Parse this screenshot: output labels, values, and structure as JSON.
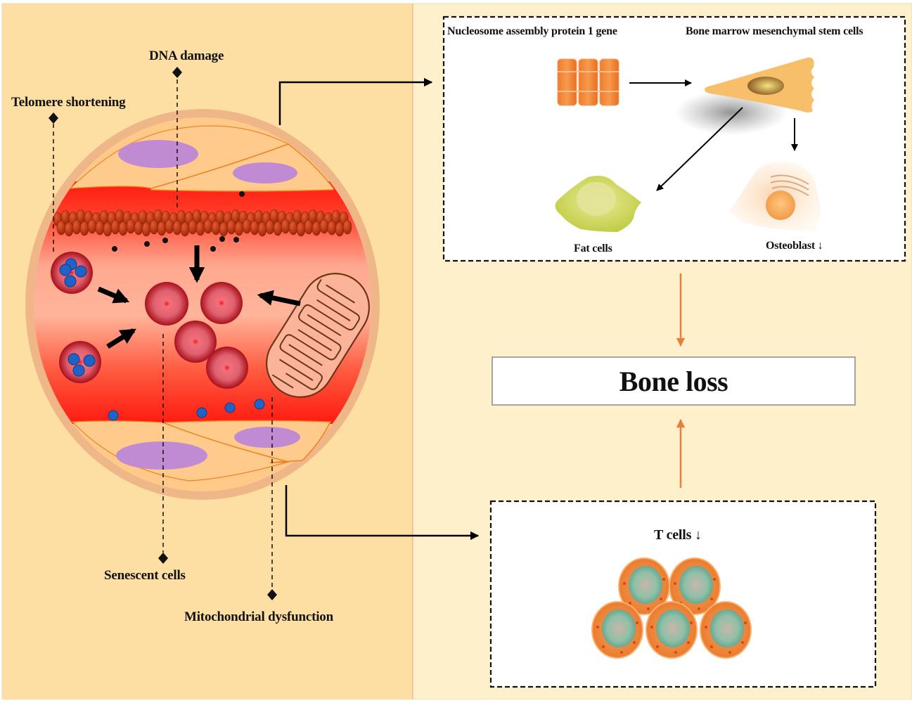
{
  "left_panel": {
    "bg_color": "#FEDFA3",
    "labels": {
      "dna_damage": "DNA damage",
      "telomere_shortening": "Telomere shortening",
      "senescent_cells": "Senescent cells",
      "mitochondrial_dysfunction": "Mitochondrial dysfunction"
    }
  },
  "right_panel": {
    "bg_color": "#FFF0CC",
    "top_box": {
      "gene_label": "Nucleosome assembly protein 1 gene",
      "stem_cell_label": "Bone marrow mesenchymal stem cells",
      "fat_cells_label": "Fat cells",
      "osteoblast_label": "Osteoblast ↓"
    },
    "outcome": {
      "label": "Bone loss"
    },
    "bottom_box": {
      "t_cells_label": "T cells ↓"
    },
    "arrow_color": "#E8803A"
  },
  "colors": {
    "bone_rim": "#EFB788",
    "blood_red": "#FF2A1F",
    "nucleus_purple": "#C18BD3",
    "rbc_blue": "#1F63C7",
    "mito_brown": "#6B3517",
    "t_cell_orange": "#F08A3A",
    "t_cell_nucleus": "#7DB89A"
  }
}
